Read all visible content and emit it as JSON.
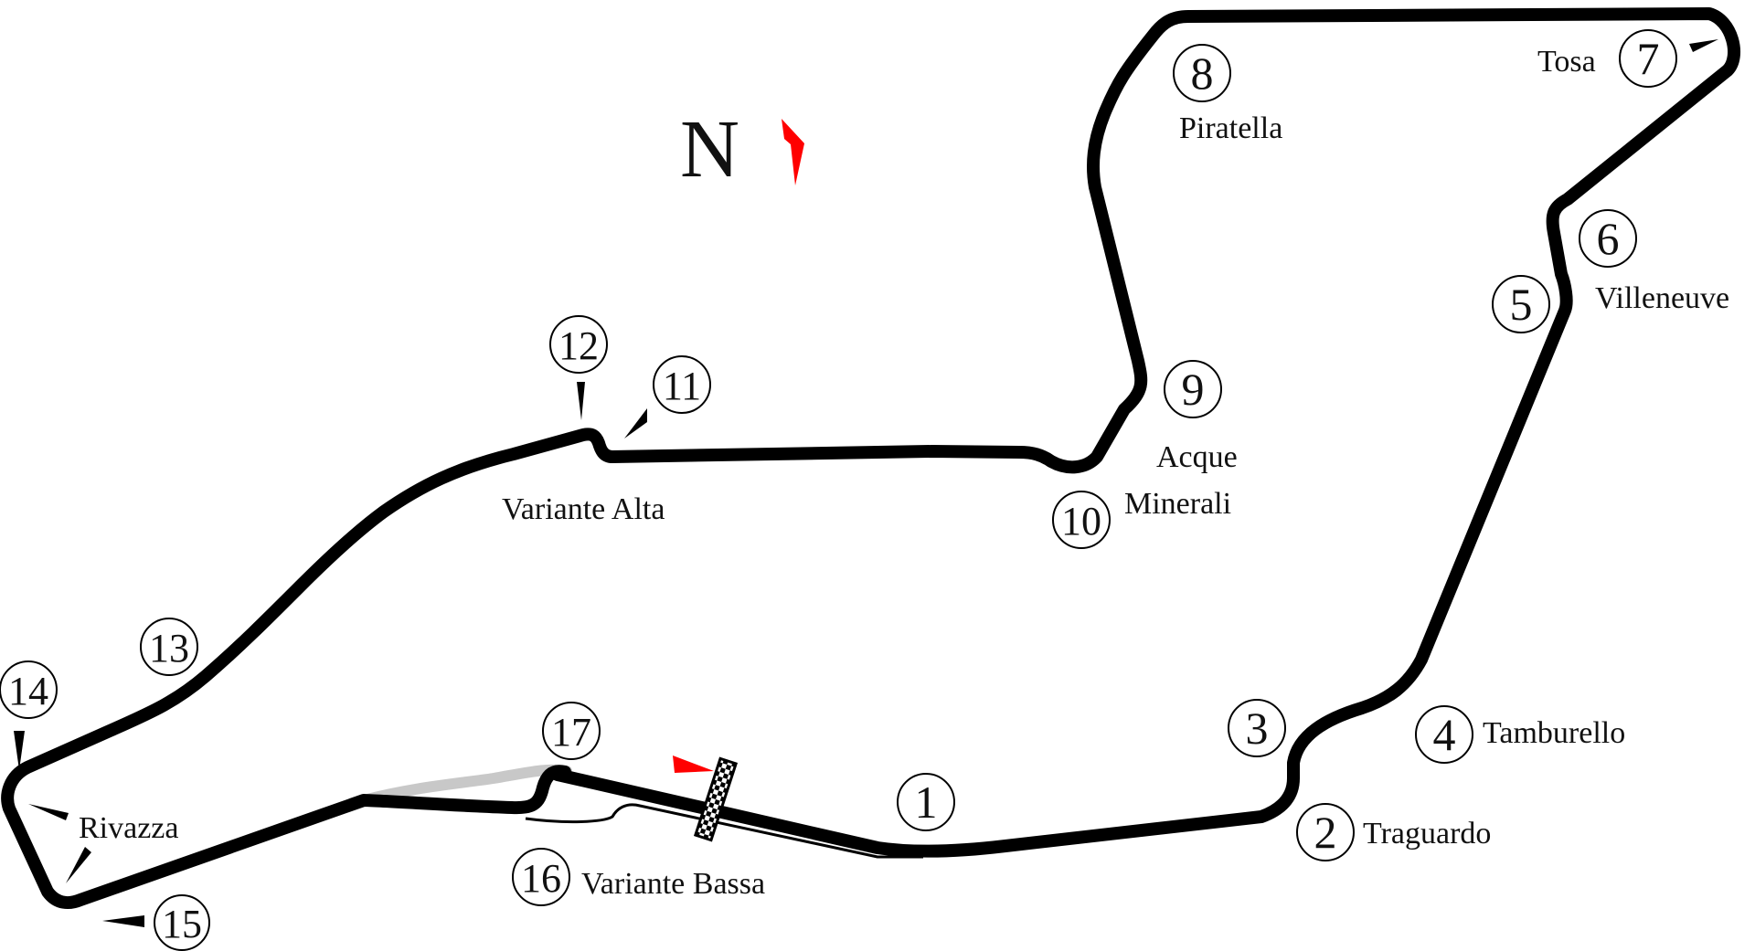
{
  "north": {
    "label": "N",
    "arrow_color": "#ff0000"
  },
  "colors": {
    "track": "#000000",
    "old_track": "#c8c8c8",
    "start_marker": "#ff0000",
    "background": "#ffffff"
  },
  "corner_names": {
    "tosa": "Tosa",
    "piratella": "Piratella",
    "villeneuve": "Villeneuve",
    "acque_minerali_line1": "Acque",
    "acque_minerali_line2": "Minerali",
    "variante_alta": "Variante Alta",
    "tamburello": "Tamburello",
    "traguardo": "Traguardo",
    "rivazza": "Rivazza",
    "variante_bassa": "Variante Bassa"
  },
  "turns": {
    "t1": "1",
    "t2": "2",
    "t3": "3",
    "t4": "4",
    "t5": "5",
    "t6": "6",
    "t7": "7",
    "t8": "8",
    "t9": "9",
    "t10": "10",
    "t11": "11",
    "t12": "12",
    "t13": "13",
    "t14": "14",
    "t15": "15",
    "t16": "16",
    "t17": "17"
  }
}
